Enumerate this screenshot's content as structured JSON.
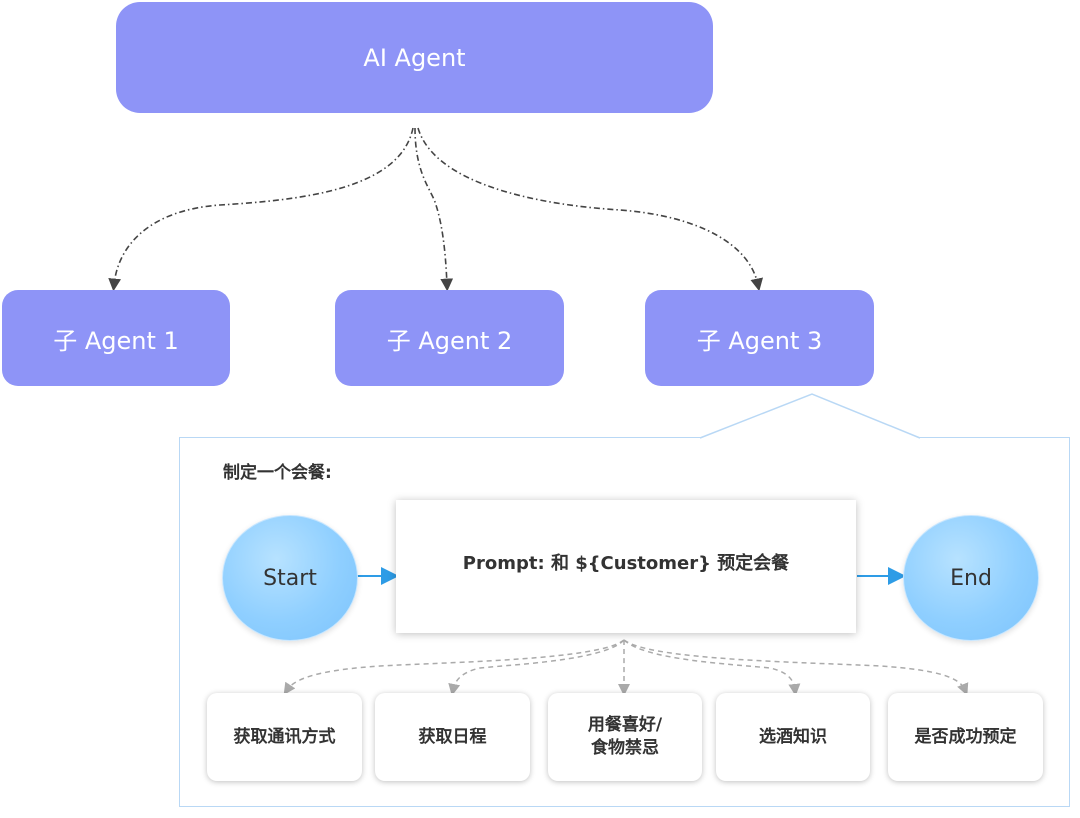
{
  "root_agent": {
    "label": "AI Agent"
  },
  "sub_agents": [
    {
      "label": "子 Agent 1"
    },
    {
      "label": "子 Agent 2"
    },
    {
      "label": "子 Agent 3"
    }
  ],
  "detail": {
    "title": "制定一个会餐:",
    "start_label": "Start",
    "end_label": "End",
    "prompt": "Prompt: 和 ${Customer} 预定会餐",
    "tasks": [
      {
        "label": "获取通讯方式"
      },
      {
        "label": "获取日程"
      },
      {
        "label": "用餐喜好/\n食物禁忌"
      },
      {
        "label": "选酒知识"
      },
      {
        "label": "是否成功预定"
      }
    ]
  },
  "colors": {
    "agent_fill": "#8e94f7",
    "circle_fill": "#8fcfff",
    "arrow_blue": "#2e9ce6",
    "panel_border": "#b9d8f5"
  }
}
